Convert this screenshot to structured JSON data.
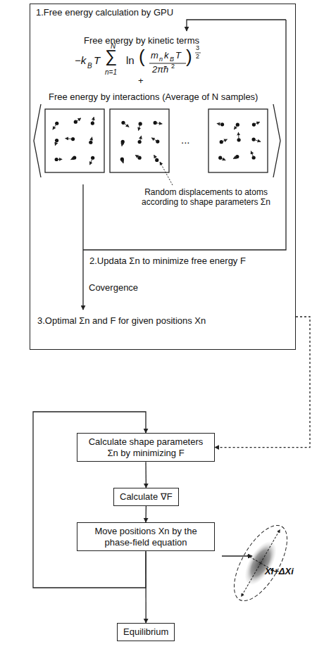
{
  "diagram": {
    "nodes": [
      {
        "text": [
          "1.Free energy calculation by GPU",
          "Free energy by kinetic terms",
          "Free energy by interactions (Average of N samples)",
          "2.Updata Σn to minimize free energy F",
          "Covergence",
          "3.Optimal Σn and F for given positions Xn"
        ]
      },
      {
        "text": [
          "Calculate shape parameters Σn by minimizing F"
        ]
      },
      {
        "text": [
          "Calculate ∇F"
        ]
      },
      {
        "text": [
          "Move positions Xn by the phase-field equation"
        ]
      },
      {
        "text": [
          "Equilibrium"
        ]
      }
    ],
    "edges": [
      {
        "from": 0,
        "to": 1,
        "arrow": "to"
      },
      {
        "from": 1,
        "to": 2,
        "arrow": "to"
      },
      {
        "from": 2,
        "to": 3,
        "arrow": "to"
      },
      {
        "from": 3,
        "to": 1,
        "arrow": "to"
      },
      {
        "from": 3,
        "to": 4,
        "arrow": "to"
      }
    ],
    "labels": [
      "−k",
      "B",
      "T",
      "N",
      "∑",
      "n=1",
      "ln",
      "(",
      "m",
      "n",
      "k",
      "B",
      "T",
      "2πħ",
      "2",
      ")",
      "3",
      "2",
      "+",
      "...",
      "Random displacements to atoms according to shape parameters Σn",
      "Xi+ΔXi"
    ]
  }
}
